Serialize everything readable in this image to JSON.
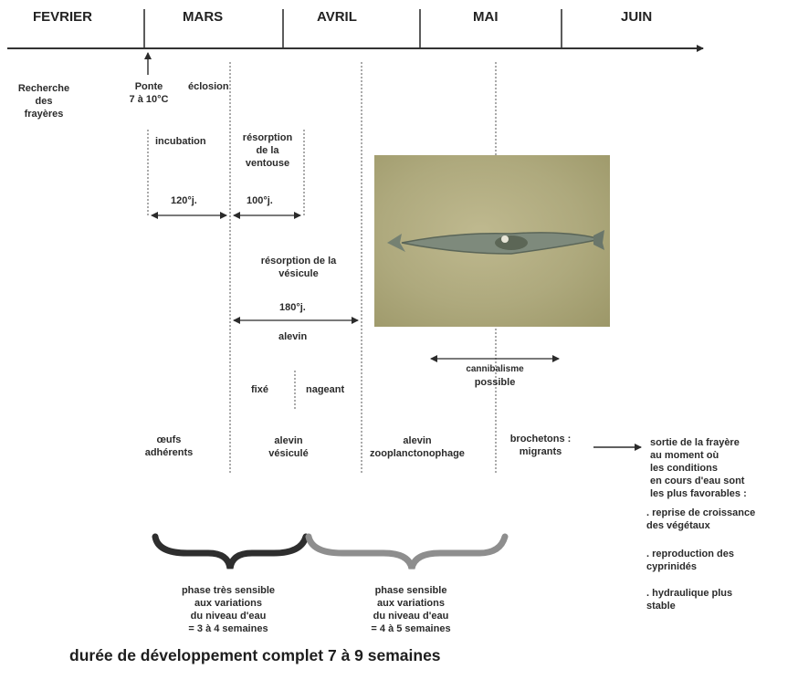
{
  "months": [
    "FEVRIER",
    "MARS",
    "AVRIL",
    "MAI",
    "JUIN"
  ],
  "events": {
    "recherche": [
      "Recherche",
      "des",
      "frayères"
    ],
    "ponte": [
      "Ponte",
      "7 à 10°C"
    ],
    "eclosion": "éclosion"
  },
  "stages": {
    "incubation": "incubation",
    "resorption_ventouse": [
      "résorption",
      "de la",
      "ventouse"
    ],
    "duration_incubation": "120°j.",
    "duration_ventouse": "100°j.",
    "resorption_vesicule": [
      "résorption de la",
      "vésicule"
    ],
    "duration_vesicule": "180°j.",
    "alevin": "alevin",
    "fixe": "fixé",
    "nageant": "nageant",
    "cannibalisme": [
      "cannibalisme",
      "possible"
    ]
  },
  "phases": {
    "oeufs": [
      "œufs",
      "adhérents"
    ],
    "alevin_vesicule": [
      "alevin",
      "vésiculé"
    ],
    "alevin_zoo": [
      "alevin",
      "zooplanctonophage"
    ],
    "brochetons": [
      "brochetons :",
      "migrants"
    ]
  },
  "sortie": {
    "text": [
      "sortie de la frayère",
      "au moment où",
      "les conditions",
      "en cours d'eau sont",
      "les plus favorables :"
    ],
    "bullets": [
      [
        ". reprise de croissance",
        "  des végétaux"
      ],
      [
        ". reproduction des",
        "  cyprinidés"
      ],
      [
        ". hydraulique plus",
        "  stable"
      ]
    ]
  },
  "sensitivity": {
    "tres_sensible": [
      "phase très sensible",
      "aux variations",
      "du niveau d'eau",
      "= 3 à 4 semaines"
    ],
    "sensible": [
      "phase sensible",
      "aux variations",
      "du niveau d'eau",
      "= 4 à 5 semaines"
    ]
  },
  "footer": "durée de développement complet 7 à 9 semaines",
  "colors": {
    "text": "#2b2b2b",
    "brace_dark": "#2e2e2e",
    "brace_light": "#8e8e8e",
    "photo": "#aea97d"
  },
  "icons": [
    "fish-photo"
  ]
}
